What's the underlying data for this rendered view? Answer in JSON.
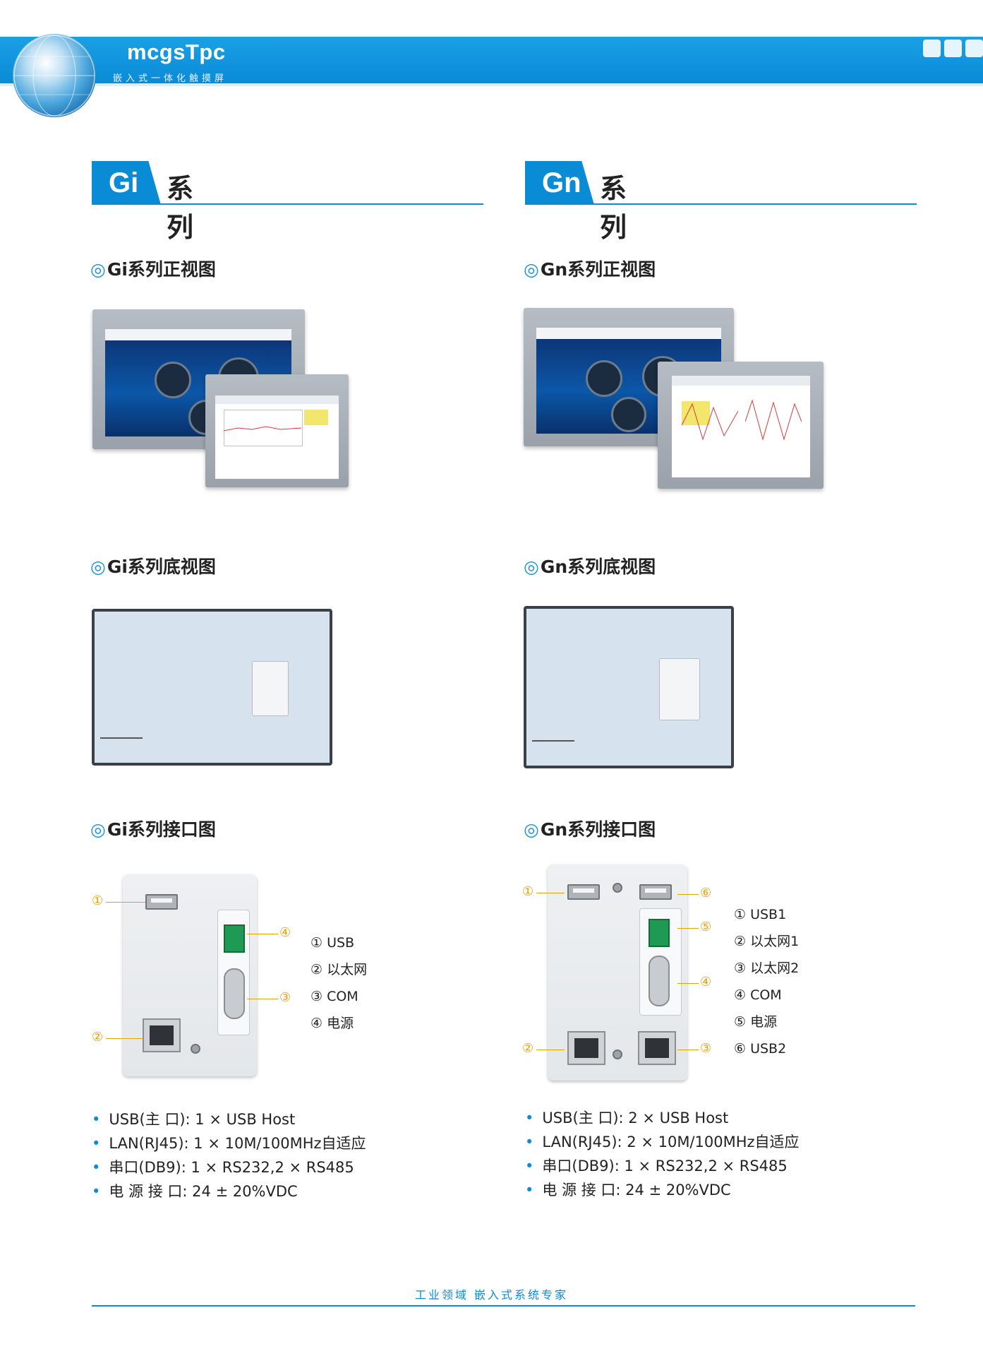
{
  "header": {
    "brand": "mcgsTpc",
    "subtitle": "嵌入式一体化触摸屏"
  },
  "gi": {
    "tag": "Gi",
    "title": "系列",
    "front_title": "Gi系列正视图",
    "bottom_title": "Gi系列底视图",
    "iface_title": "Gi系列接口图",
    "legend": [
      "① USB",
      "② 以太网",
      "③ COM",
      "④ 电源"
    ],
    "callouts": [
      "①",
      "②",
      "③",
      "④"
    ],
    "specs": [
      "USB(主 口): 1 × USB Host",
      "LAN(RJ45): 1 × 10M/100MHz自适应",
      "串口(DB9): 1 × RS232,2 × RS485",
      "电 源 接 口: 24 ± 20%VDC"
    ]
  },
  "gn": {
    "tag": "Gn",
    "title": "系列",
    "front_title": "Gn系列正视图",
    "bottom_title": "Gn系列底视图",
    "iface_title": "Gn系列接口图",
    "legend": [
      "① USB1",
      "② 以太网1",
      "③ 以太网2",
      "④ COM",
      "⑤ 电源",
      "⑥ USB2"
    ],
    "callouts": [
      "①",
      "②",
      "③",
      "④",
      "⑤",
      "⑥"
    ],
    "specs": [
      "USB(主 口): 2 × USB Host",
      "LAN(RJ45): 2 × 10M/100MHz自适应",
      "串口(DB9): 1 × RS232,2 × RS485",
      "电 源 接 口: 24 ± 20%VDC"
    ]
  },
  "footer": {
    "text": "工业领域   嵌入式系统专家"
  },
  "colors": {
    "brand_blue": "#0a8bd6",
    "callout": "#e8a100"
  }
}
